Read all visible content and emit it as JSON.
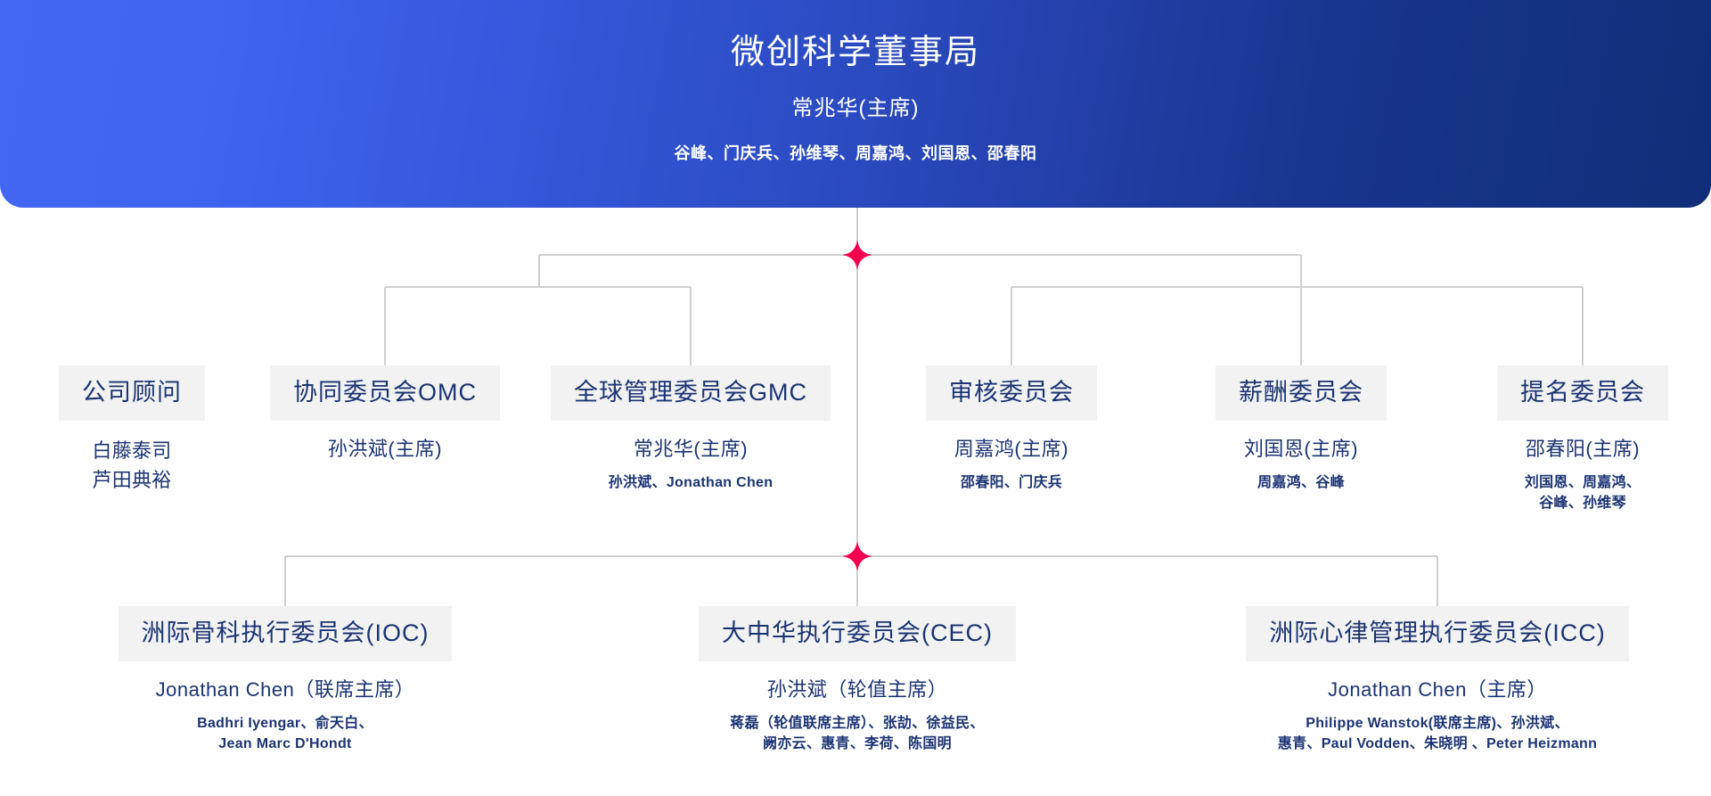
{
  "board": {
    "title": "微创科学董事局",
    "chair": "常兆华(主席)",
    "members": "谷峰、门庆兵、孙维琴、周嘉鸿、刘国恩、邵春阳"
  },
  "level2": [
    {
      "key": "advisor",
      "title": "公司顾问",
      "lead": "",
      "members": "白藤泰司\n芦田典裕"
    },
    {
      "key": "omc",
      "title": "协同委员会OMC",
      "lead": "孙洪斌(主席)",
      "members": ""
    },
    {
      "key": "gmc",
      "title": "全球管理委员会GMC",
      "lead": "常兆华(主席)",
      "members": "孙洪斌、Jonathan Chen"
    },
    {
      "key": "audit",
      "title": "审核委员会",
      "lead": "周嘉鸿(主席)",
      "members": "邵春阳、门庆兵"
    },
    {
      "key": "pay",
      "title": "薪酬委员会",
      "lead": "刘国恩(主席)",
      "members": "周嘉鸿、谷峰"
    },
    {
      "key": "nomination",
      "title": "提名委员会",
      "lead": "邵春阳(主席)",
      "members": "刘国恩、周嘉鸿、\n谷峰、孙维琴"
    }
  ],
  "level2_text": {
    "advisor_title": "公司顾问",
    "advisor_members": "白藤泰司\n芦田典裕",
    "omc_title": "协同委员会OMC",
    "omc_lead": "孙洪斌(主席)",
    "gmc_title": "全球管理委员会GMC",
    "gmc_lead": "常兆华(主席)",
    "gmc_members": "孙洪斌、Jonathan Chen",
    "audit_title": "审核委员会",
    "audit_lead": "周嘉鸿(主席)",
    "audit_members": "邵春阳、门庆兵",
    "pay_title": "薪酬委员会",
    "pay_lead": "刘国恩(主席)",
    "pay_members": "周嘉鸿、谷峰",
    "nomination_title": "提名委员会",
    "nomination_lead": "邵春阳(主席)",
    "nomination_members": "刘国恩、周嘉鸿、\n谷峰、孙维琴"
  },
  "level3_text": {
    "ioc_title": "洲际骨科执行委员会(IOC)",
    "ioc_lead": "Jonathan Chen（联席主席）",
    "ioc_members": "Badhri Iyengar、俞天白、\nJean Marc D'Hondt",
    "cec_title": "大中华执行委员会(CEC)",
    "cec_lead": "孙洪斌（轮值主席）",
    "cec_members": "蒋磊（轮值联席主席）、张劼、徐益民、\n阙亦云、惠青、李荷、陈国明",
    "icc_title": "洲际心律管理执行委员会(ICC)",
    "icc_lead": "Jonathan Chen（主席）",
    "icc_members": "Philippe Wanstok(联席主席)、孙洪斌、\n惠青、Paul Vodden、朱晓明 、Peter Heizmann"
  },
  "colors": {
    "banner_start": "#4468f2",
    "banner_end": "#102e78",
    "card_header_bg": "#f2f2f2",
    "text_navy": "#1b3473",
    "connector": "#cfcfcf",
    "sparkle": "#f5004f"
  }
}
